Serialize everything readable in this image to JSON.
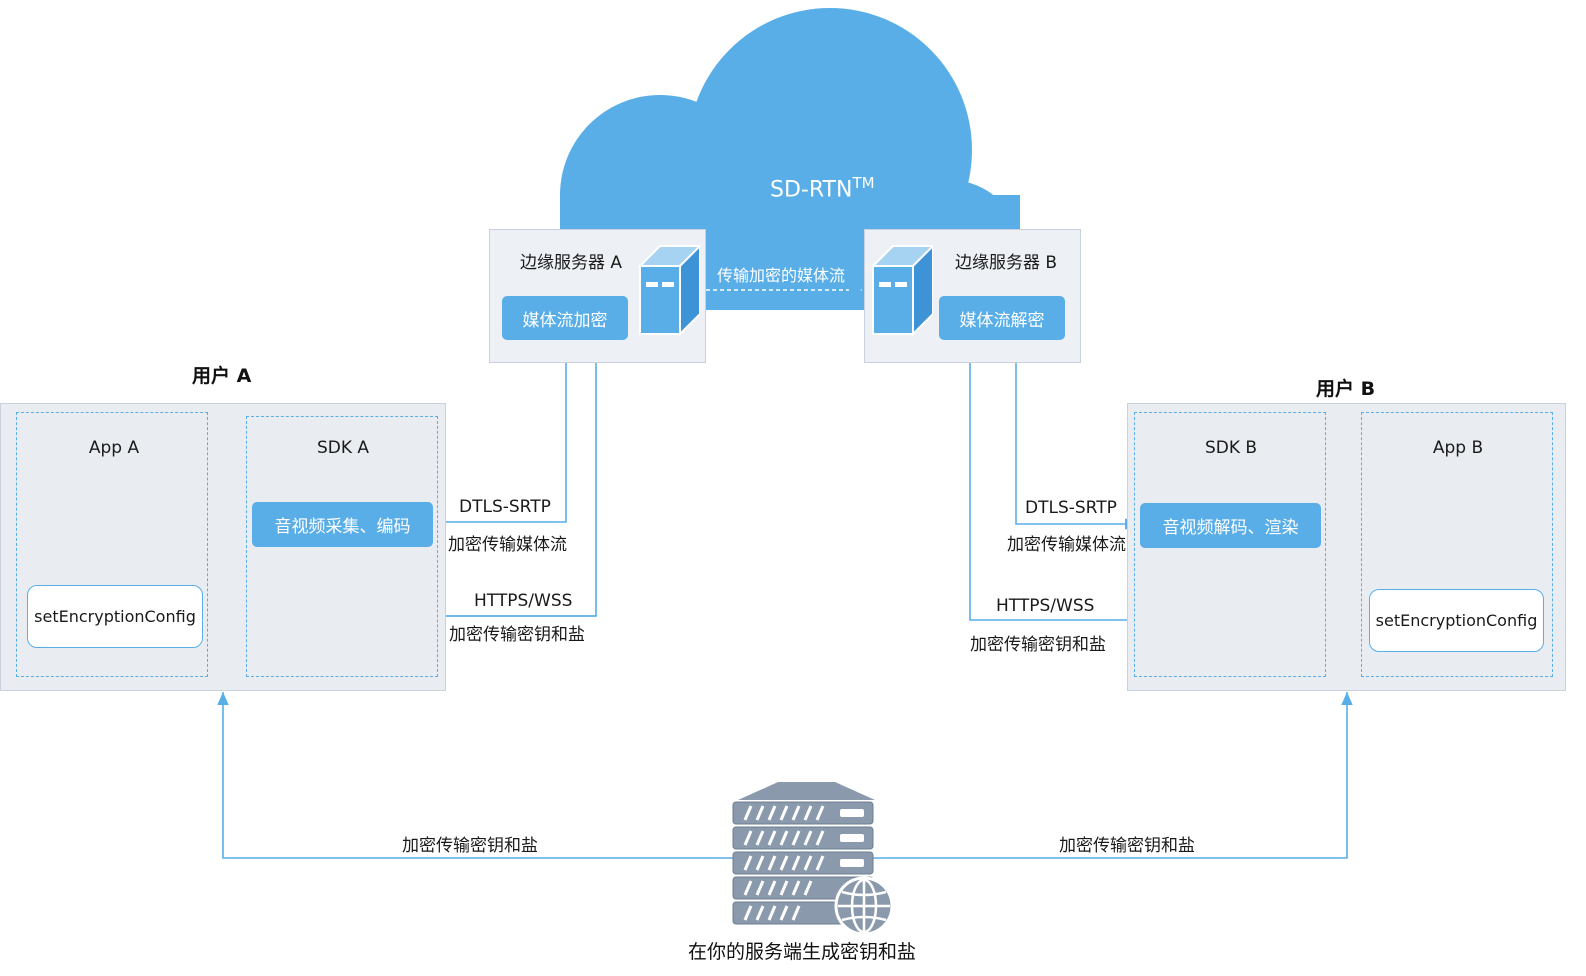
{
  "cloud": {
    "name": "SD-RTN",
    "superscript": "TM"
  },
  "edge_a": {
    "title": "边缘服务器 A",
    "action": "媒体流加密"
  },
  "edge_b": {
    "title": "边缘服务器 B",
    "action": "媒体流解密"
  },
  "edge_link_label": "传输加密的媒体流",
  "user_a": {
    "title": "用户 A",
    "app_label": "App A",
    "sdk_label": "SDK A",
    "sdk_action": "音视频采集、编码",
    "config_label": "setEncryptionConfig"
  },
  "user_b": {
    "title": "用户 B",
    "app_label": "App B",
    "sdk_label": "SDK B",
    "sdk_action": "音视频解码、渲染",
    "config_label": "setEncryptionConfig"
  },
  "links_a": {
    "media_protocol": "DTLS-SRTP",
    "media_desc": "加密传输媒体流",
    "key_protocol": "HTTPS/WSS",
    "key_desc": "加密传输密钥和盐"
  },
  "links_b": {
    "media_protocol": "DTLS-SRTP",
    "media_desc": "加密传输媒体流",
    "key_protocol": "HTTPS/WSS",
    "key_desc": "加密传输密钥和盐"
  },
  "key_server": {
    "left_link": "加密传输密钥和盐",
    "right_link": "加密传输密钥和盐",
    "caption": "在你的服务端生成密钥和盐"
  },
  "colors": {
    "accent": "#5aaee8",
    "cloud": "#5aaee8",
    "panel": "#e9edf2"
  }
}
